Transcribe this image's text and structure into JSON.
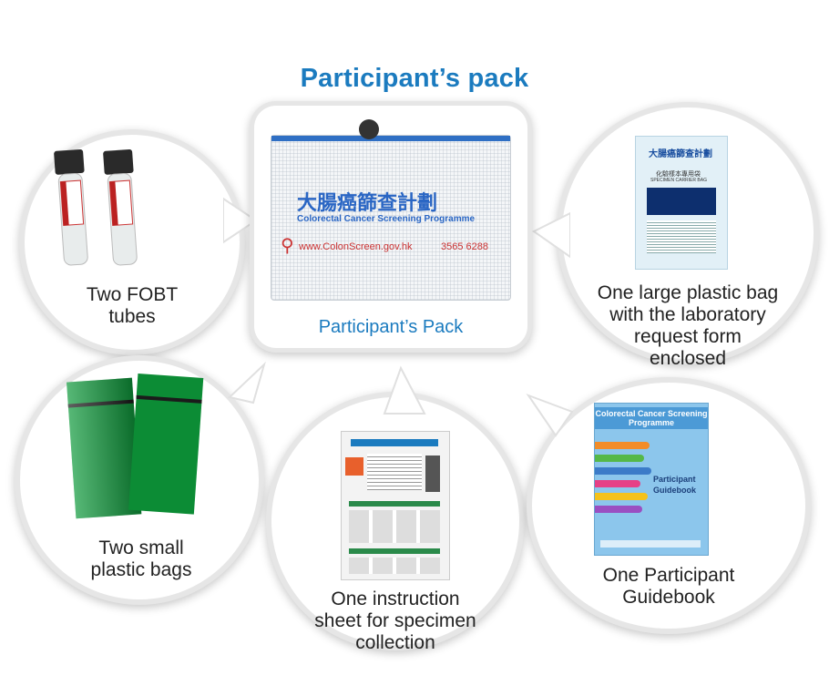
{
  "title": "Participant’s pack",
  "center": {
    "caption": "Participant’s Pack",
    "pouch_chinese": "大腸癌篩查計劃",
    "pouch_english": "Colorectal Cancer Screening Programme",
    "pouch_website": "www.ColonScreen.gov.hk",
    "pouch_phone": "3565 6288"
  },
  "items": [
    {
      "id": "fobt",
      "caption_lines": [
        "Two FOBT",
        "tubes"
      ]
    },
    {
      "id": "large-bag",
      "caption_lines": [
        "One large plastic bag",
        "with the laboratory",
        "request form",
        "enclosed"
      ],
      "bag_title": "大腸癌篩查計劃",
      "bag_label_zh": "化驗樣本專用袋",
      "bag_label_en": "SPECIMEN CARRIER BAG"
    },
    {
      "id": "small-bags",
      "caption_lines": [
        "Two small",
        "plastic bags"
      ]
    },
    {
      "id": "instruction",
      "caption_lines": [
        "One instruction",
        "sheet for specimen",
        "collection"
      ]
    },
    {
      "id": "guidebook",
      "caption_lines": [
        "One Participant",
        "Guidebook"
      ],
      "cover_title": "Colorectal Cancer Screening Programme",
      "cover_subtitle_1": "Participant",
      "cover_subtitle_2": "Guidebook"
    }
  ],
  "colors": {
    "title_blue": "#1b7bbf",
    "bag_green": "#0f9a3c",
    "guidebook_blue": "#7fbde8"
  }
}
